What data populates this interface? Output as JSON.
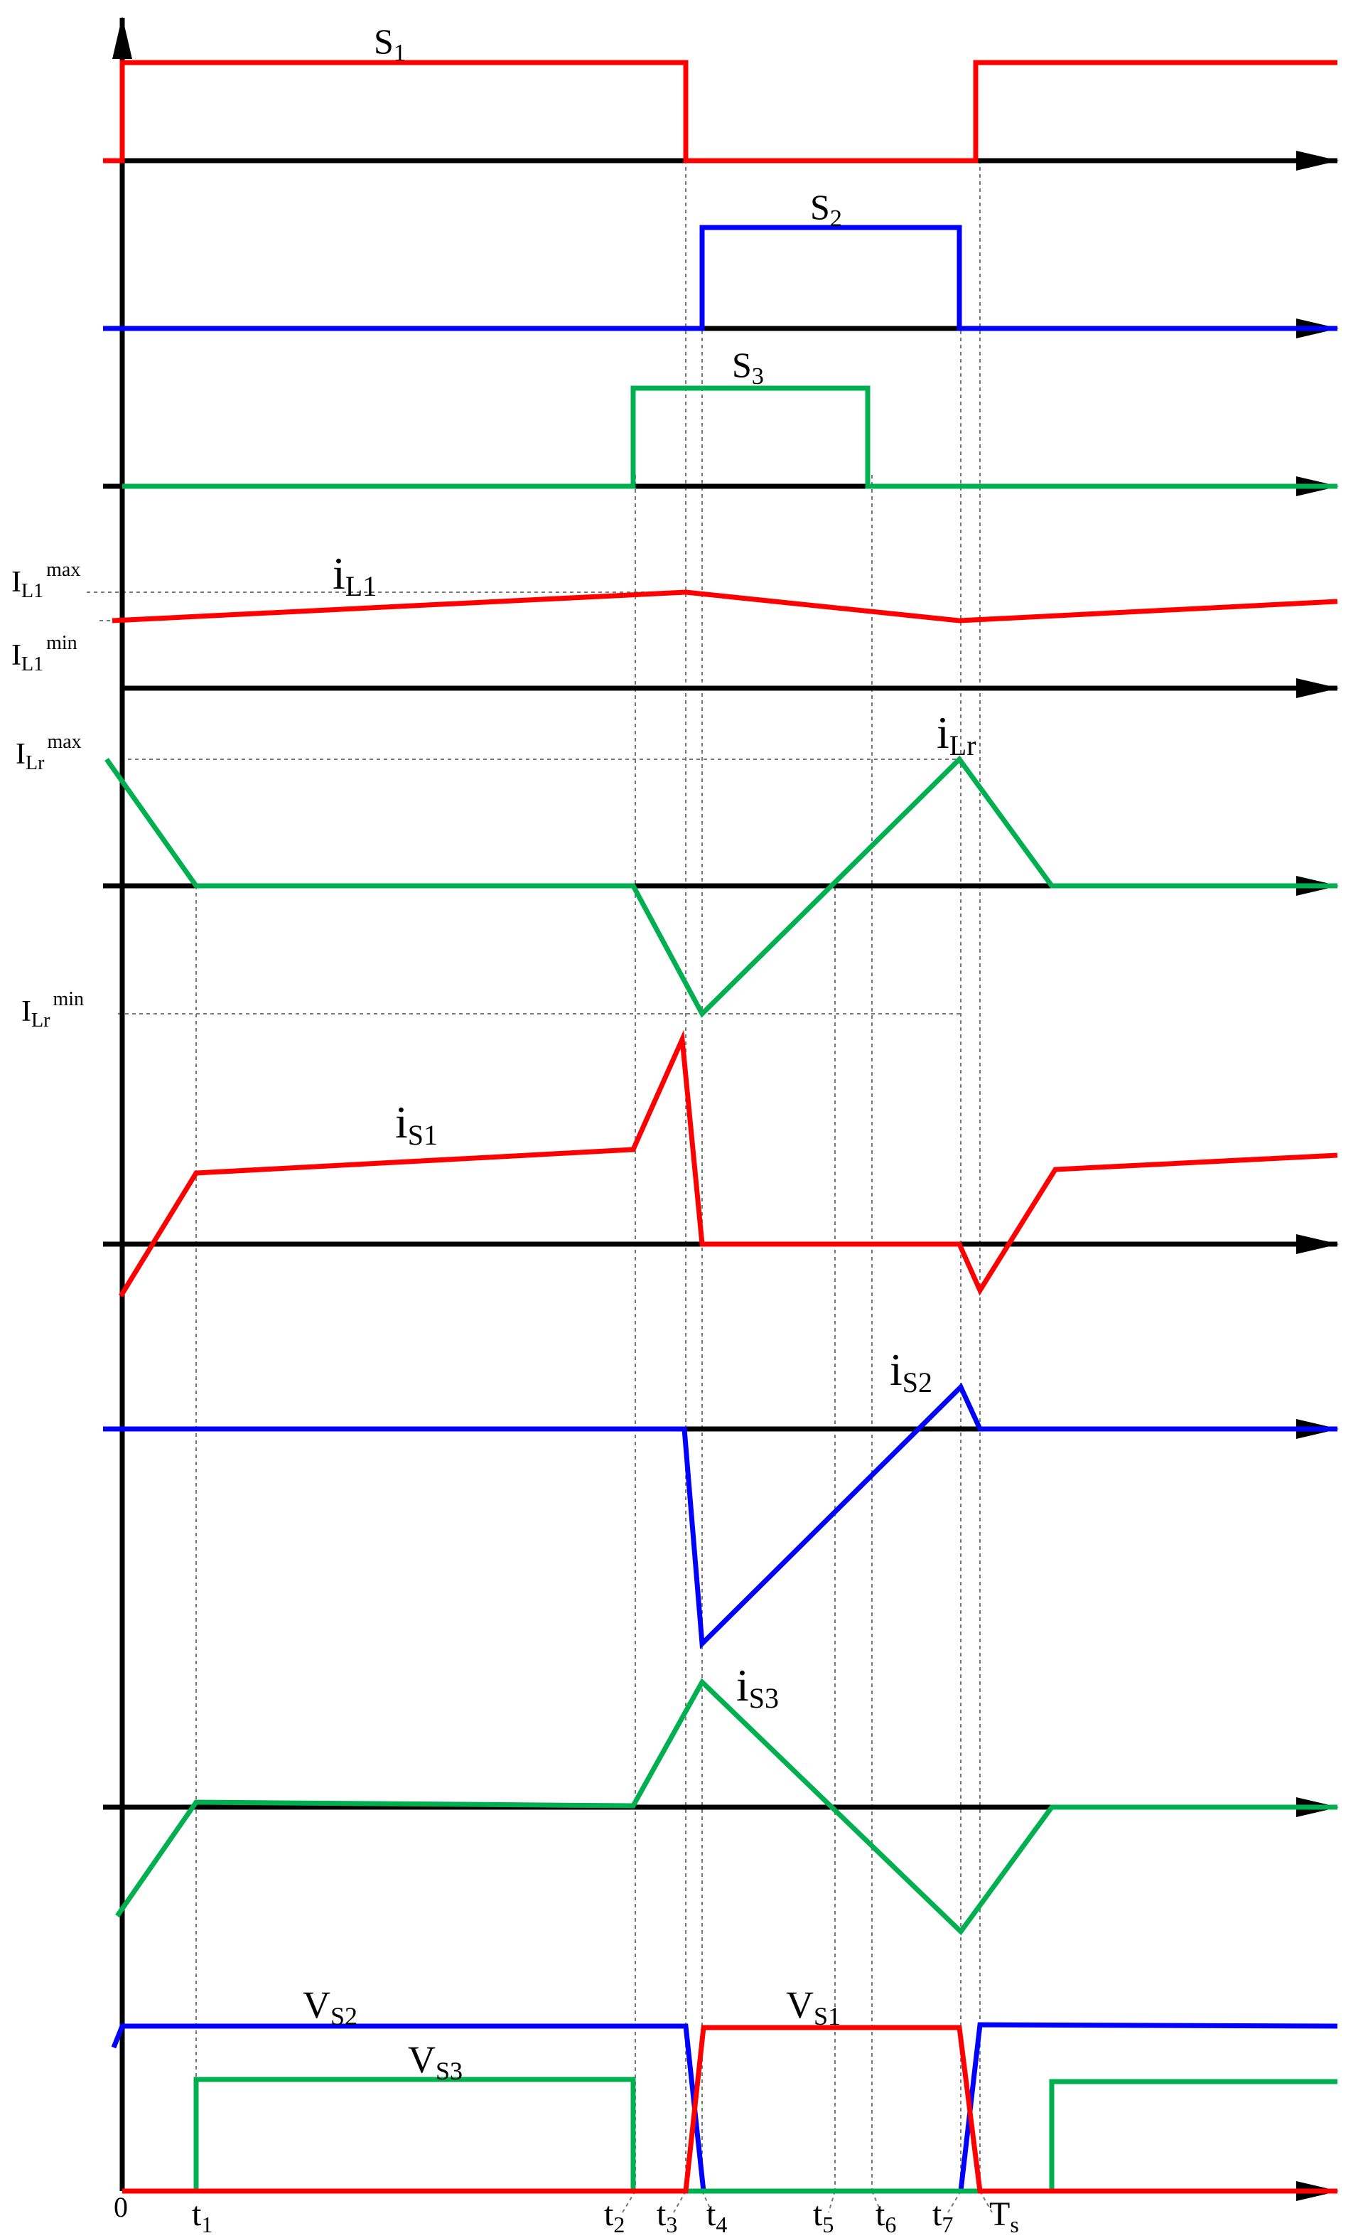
{
  "colors": {
    "red": "#ff0000",
    "blue": "#0000ff",
    "green": "#00b050",
    "axis": "#000000",
    "guide": "#777777"
  },
  "labels": {
    "origin": "0",
    "s1": "S",
    "s1_sub": "1",
    "s2": "S",
    "s2_sub": "2",
    "s3": "S",
    "s3_sub": "3",
    "il1": "i",
    "il1_sub": "L1",
    "il1_max": "I",
    "il1_max_sub": "L1",
    "il1_max_sup": "max",
    "il1_min": "I",
    "il1_min_sub": "L1",
    "il1_min_sup": "min",
    "ilr": "i",
    "ilr_sub": "Lr",
    "ilr_max": "I",
    "ilr_max_sub": "Lr",
    "ilr_max_sup": "max",
    "ilr_min": "I",
    "ilr_min_sub": "Lr",
    "ilr_min_sup": "min",
    "is1": "i",
    "is1_sub": "S1",
    "is2": "i",
    "is2_sub": "S2",
    "is3": "i",
    "is3_sub": "S3",
    "vs1": "V",
    "vs1_sub": "S1",
    "vs2": "V",
    "vs2_sub": "S2",
    "vs3": "V",
    "vs3_sub": "S3"
  },
  "time_labels": [
    {
      "main": "t",
      "sub": "1"
    },
    {
      "main": "t",
      "sub": "2"
    },
    {
      "main": "t",
      "sub": "3"
    },
    {
      "main": "t",
      "sub": "4"
    },
    {
      "main": "t",
      "sub": "5"
    },
    {
      "main": "t",
      "sub": "6"
    },
    {
      "main": "t",
      "sub": "7"
    },
    {
      "main": "T",
      "sub": "s"
    }
  ]
}
